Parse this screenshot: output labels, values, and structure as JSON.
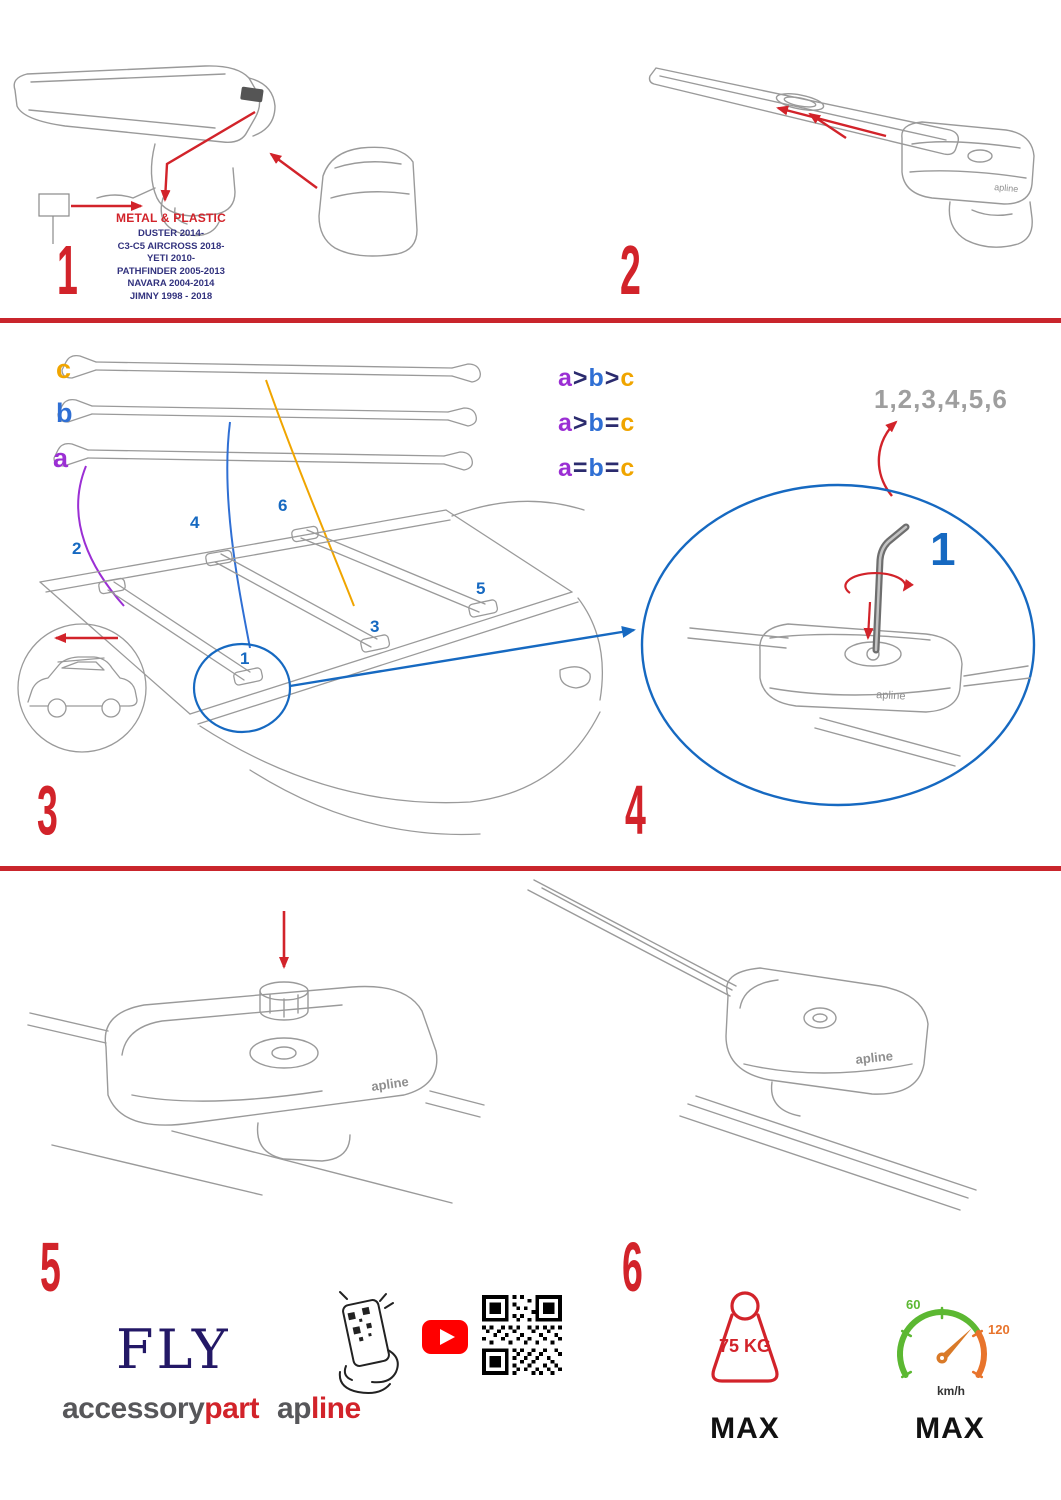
{
  "step1": {
    "number": "1",
    "material_label": "METAL & PLASTIC",
    "models": [
      "DUSTER 2014-",
      "C3-C5 AIRCROSS 2018-",
      "YETI 2010-",
      "PATHFINDER 2005-2013",
      "NAVARA 2004-2014",
      "JIMNY 1998 - 2018"
    ]
  },
  "step2": {
    "number": "2"
  },
  "step3": {
    "number": "3",
    "bar_labels": {
      "c": "c",
      "b": "b",
      "a": "a"
    },
    "legend": [
      {
        "a": "a",
        "op1": ">",
        "b": "b",
        "op2": ">",
        "c": "c"
      },
      {
        "a": "a",
        "op1": ">",
        "b": "b",
        "op2": "=",
        "c": "c"
      },
      {
        "a": "a",
        "op1": "=",
        "b": "b",
        "op2": "=",
        "c": "c"
      }
    ],
    "positions": [
      "1",
      "2",
      "3",
      "4",
      "5",
      "6"
    ]
  },
  "step4": {
    "number": "4",
    "sequence": "1,2,3,4,5,6",
    "callout": "1"
  },
  "step5": {
    "number": "5"
  },
  "step6": {
    "number": "6",
    "weight_value": "75 KG",
    "weight_max": "MAX",
    "speed_low": "60",
    "speed_high": "120",
    "speed_unit": "km/h",
    "speed_max": "MAX"
  },
  "branding": {
    "fly": "FLY",
    "accessory": "accessory",
    "part": "part",
    "ap": "ap",
    "line": "line",
    "apline_mark": "apline"
  },
  "colors": {
    "red": "#d2232a",
    "blue": "#1669c1",
    "purple": "#9b2fd4",
    "bar_blue": "#2f6fd4",
    "orange": "#f0a500",
    "green": "#5cb832",
    "speed_orange": "#e8742c",
    "navy": "#2b2b6e",
    "brand_navy": "#231866",
    "gray": "#9e9e9e"
  }
}
